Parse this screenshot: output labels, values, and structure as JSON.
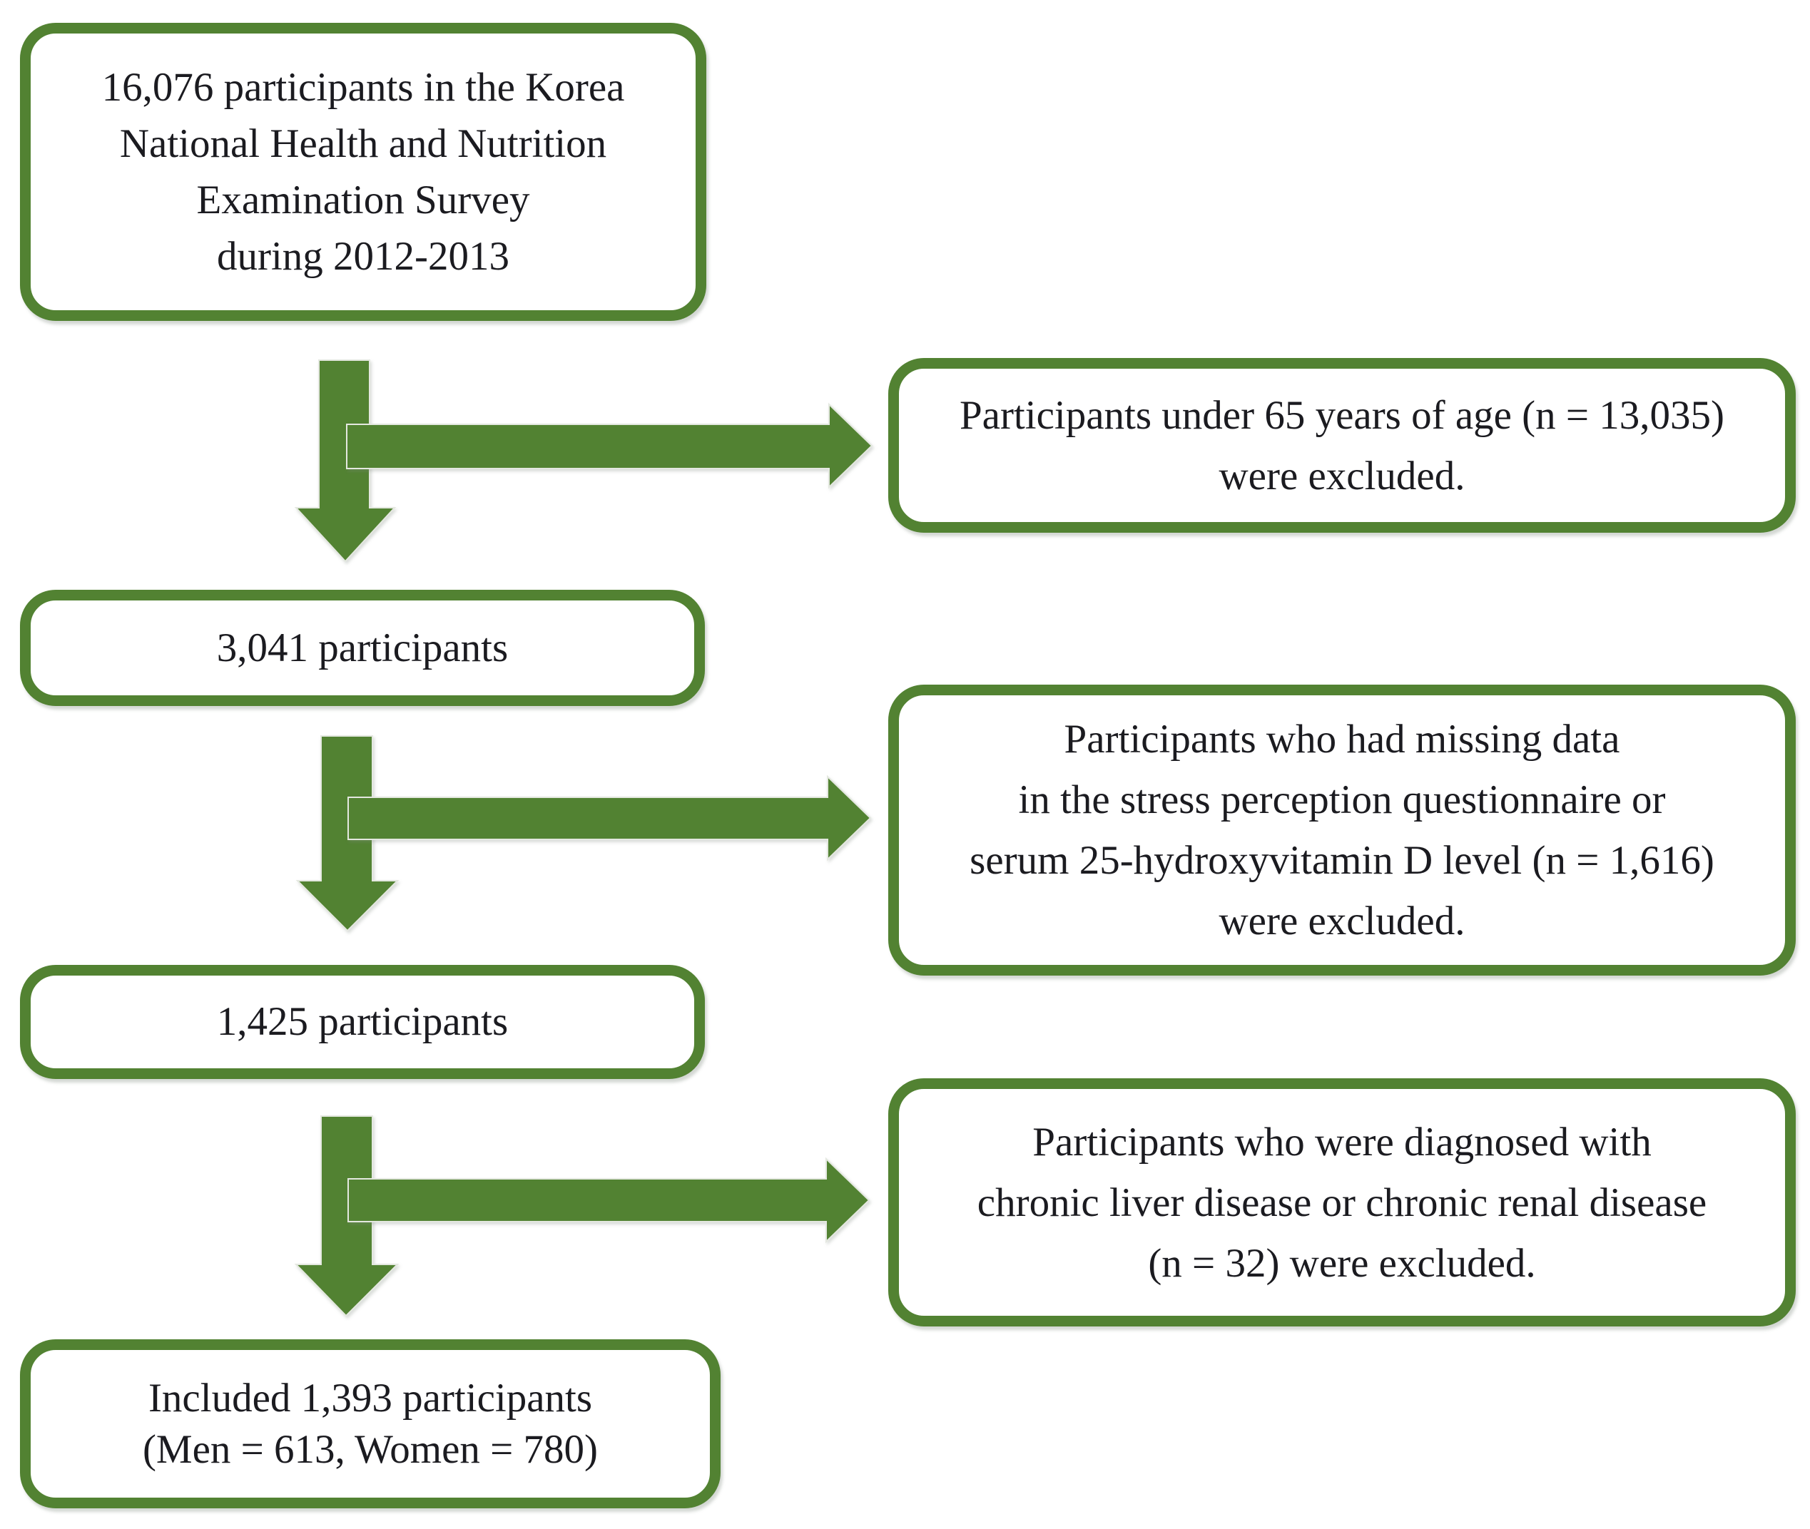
{
  "colors": {
    "accent_green": "#528232",
    "text": "#1b1b20",
    "background": "#ffffff"
  },
  "diagram": {
    "type": "flowchart",
    "nodes": {
      "start": {
        "lines": [
          "16,076 participants in the Korea",
          "National Health and Nutrition",
          "Examination Survey",
          "during 2012-2013"
        ]
      },
      "excluded_age": {
        "lines": [
          "Participants under 65 years of age (n = 13,035)",
          "were excluded."
        ]
      },
      "after_age": {
        "lines": [
          "3,041 participants"
        ]
      },
      "excluded_missing": {
        "lines": [
          "Participants who had missing data",
          "in the stress perception questionnaire or",
          "serum 25-hydroxyvitamin D level (n = 1,616)",
          "were excluded."
        ]
      },
      "after_missing": {
        "lines": [
          "1,425 participants"
        ]
      },
      "excluded_disease": {
        "lines": [
          "Participants who were diagnosed with",
          "chronic liver disease or chronic renal disease",
          "(n = 32) were excluded."
        ]
      },
      "included": {
        "lines": [
          "Included 1,393 participants",
          "(Men = 613, Women = 780)"
        ]
      }
    }
  }
}
